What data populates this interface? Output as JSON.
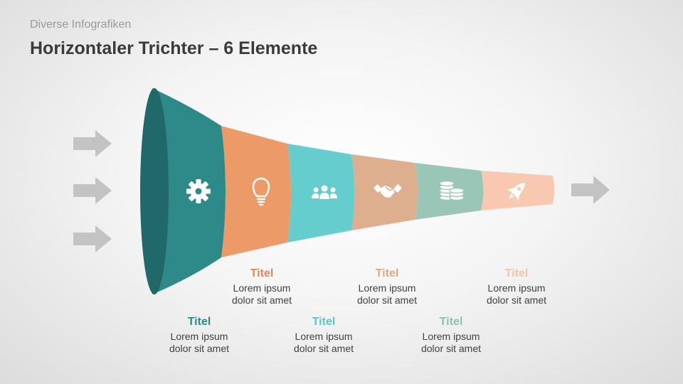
{
  "header": {
    "subtitle": "Diverse Infografiken",
    "title": "Horizontaler Trichter – 6 Elemente"
  },
  "colors": {
    "teal_dark": "#2e8a88",
    "teal_mouth": "#21686a",
    "orange": "#eb9a68",
    "cyan": "#65cdcd",
    "tan": "#deaf8e",
    "sage": "#9ac6b8",
    "peach": "#f8c9b0",
    "arrow": "#c3c3c3"
  },
  "segments": [
    {
      "icon": "gear-icon",
      "title": "Titel",
      "line1": "Lorem ipsum",
      "line2": "dolor sit amet",
      "color": "#2e8a88"
    },
    {
      "icon": "lightbulb-icon",
      "title": "Titel",
      "line1": "Lorem ipsum",
      "line2": "dolor sit amet",
      "color": "#e0895a"
    },
    {
      "icon": "team-icon",
      "title": "Titel",
      "line1": "Lorem ipsum",
      "line2": "dolor sit amet",
      "color": "#5cc5c5"
    },
    {
      "icon": "handshake-icon",
      "title": "Titel",
      "line1": "Lorem ipsum",
      "line2": "dolor sit amet",
      "color": "#d9a98a"
    },
    {
      "icon": "coins-icon",
      "title": "Titel",
      "line1": "Lorem ipsum",
      "line2": "dolor sit amet",
      "color": "#8fc0b2"
    },
    {
      "icon": "rocket-icon",
      "title": "Titel",
      "line1": "Lorem ipsum",
      "line2": "dolor sit amet",
      "color": "#f2c4a8"
    }
  ]
}
